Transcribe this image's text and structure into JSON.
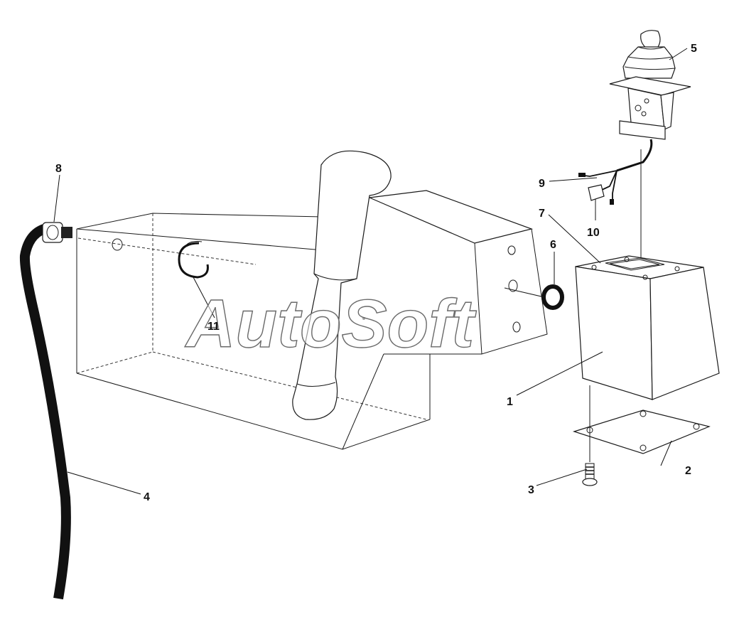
{
  "watermark": "AutoSoft",
  "callouts": {
    "c1": "1",
    "c2": "2",
    "c3": "3",
    "c4": "4",
    "c5": "5",
    "c6": "6",
    "c7": "7",
    "c8": "8",
    "c9": "9",
    "c10": "10",
    "c11": "11"
  },
  "colors": {
    "line": "#111111",
    "background": "#ffffff"
  }
}
